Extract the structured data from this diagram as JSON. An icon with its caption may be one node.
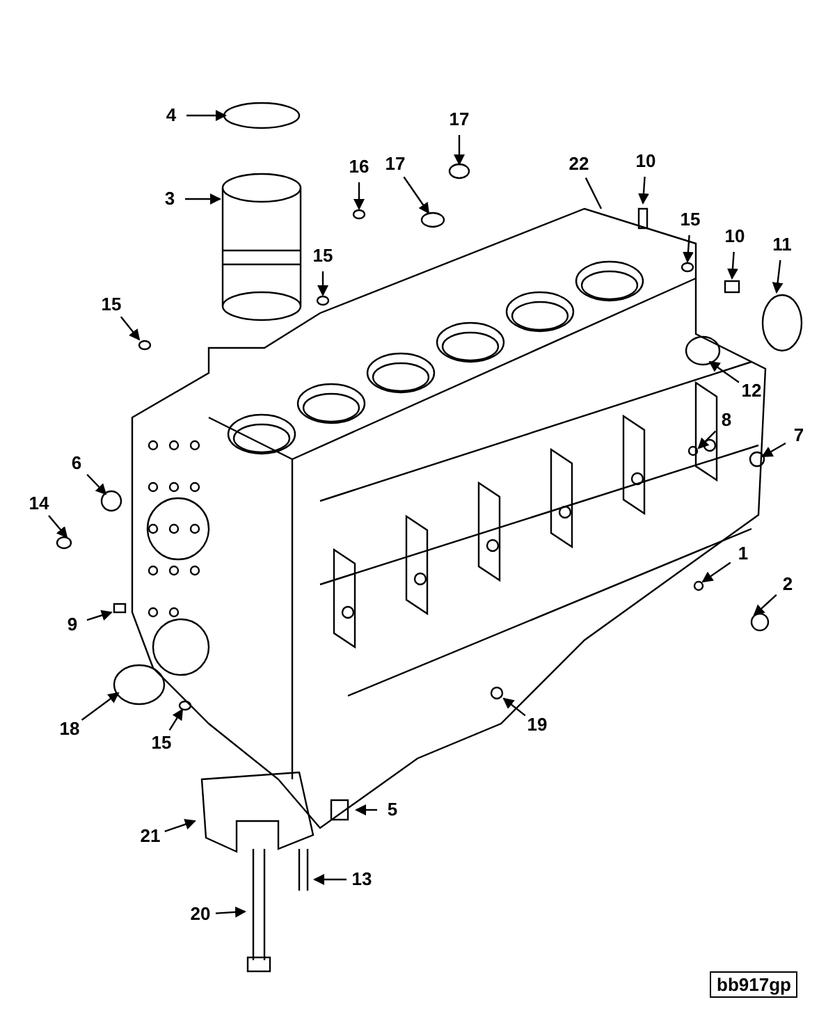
{
  "diagram": {
    "nodes": [
      {
        "text": [
          "4"
        ]
      },
      {
        "text": [
          "17"
        ]
      },
      {
        "text": [
          "22"
        ]
      },
      {
        "text": [
          "3"
        ]
      },
      {
        "text": [
          "17"
        ]
      },
      {
        "text": [
          "10"
        ]
      },
      {
        "text": [
          "16"
        ]
      },
      {
        "text": [
          "15"
        ]
      },
      {
        "text": [
          "15"
        ]
      },
      {
        "text": [
          "10"
        ]
      },
      {
        "text": [
          "11"
        ]
      },
      {
        "text": [
          "15"
        ]
      },
      {
        "text": [
          "12"
        ]
      },
      {
        "text": [
          "8"
        ]
      },
      {
        "text": [
          "7"
        ]
      },
      {
        "text": [
          "6"
        ]
      },
      {
        "text": [
          "14"
        ]
      },
      {
        "text": [
          "1"
        ]
      },
      {
        "text": [
          "2"
        ]
      },
      {
        "text": [
          "9"
        ]
      },
      {
        "text": [
          "18"
        ]
      },
      {
        "text": [
          "15"
        ]
      },
      {
        "text": [
          "19"
        ]
      },
      {
        "text": [
          "5"
        ]
      },
      {
        "text": [
          "21"
        ]
      },
      {
        "text": [
          "13"
        ]
      },
      {
        "text": [
          "20"
        ]
      }
    ],
    "edges": [
      {
        "from": 0,
        "to": null,
        "arrow": "to"
      },
      {
        "from": 1,
        "to": null,
        "arrow": "to"
      },
      {
        "from": 2,
        "to": null,
        "arrow": "none"
      },
      {
        "from": 3,
        "to": null,
        "arrow": "to"
      },
      {
        "from": 4,
        "to": null,
        "arrow": "to"
      },
      {
        "from": 5,
        "to": null,
        "arrow": "to"
      },
      {
        "from": 6,
        "to": null,
        "arrow": "to"
      },
      {
        "from": 7,
        "to": null,
        "arrow": "to"
      },
      {
        "from": 8,
        "to": null,
        "arrow": "to"
      },
      {
        "from": 9,
        "to": null,
        "arrow": "to"
      },
      {
        "from": 10,
        "to": null,
        "arrow": "to"
      },
      {
        "from": 11,
        "to": null,
        "arrow": "to"
      },
      {
        "from": 12,
        "to": null,
        "arrow": "to"
      },
      {
        "from": 13,
        "to": null,
        "arrow": "to"
      },
      {
        "from": 14,
        "to": null,
        "arrow": "to"
      },
      {
        "from": 15,
        "to": null,
        "arrow": "to"
      },
      {
        "from": 16,
        "to": null,
        "arrow": "to"
      },
      {
        "from": 17,
        "to": null,
        "arrow": "to"
      },
      {
        "from": 18,
        "to": null,
        "arrow": "to"
      },
      {
        "from": 19,
        "to": null,
        "arrow": "to"
      },
      {
        "from": 20,
        "to": null,
        "arrow": "to"
      },
      {
        "from": 21,
        "to": null,
        "arrow": "to"
      },
      {
        "from": 22,
        "to": null,
        "arrow": "to"
      },
      {
        "from": 23,
        "to": null,
        "arrow": "to"
      },
      {
        "from": 24,
        "to": null,
        "arrow": "to"
      },
      {
        "from": 25,
        "to": null,
        "arrow": "to"
      },
      {
        "from": 26,
        "to": null,
        "arrow": "to"
      }
    ],
    "labels": [
      "bb917gp"
    ]
  }
}
